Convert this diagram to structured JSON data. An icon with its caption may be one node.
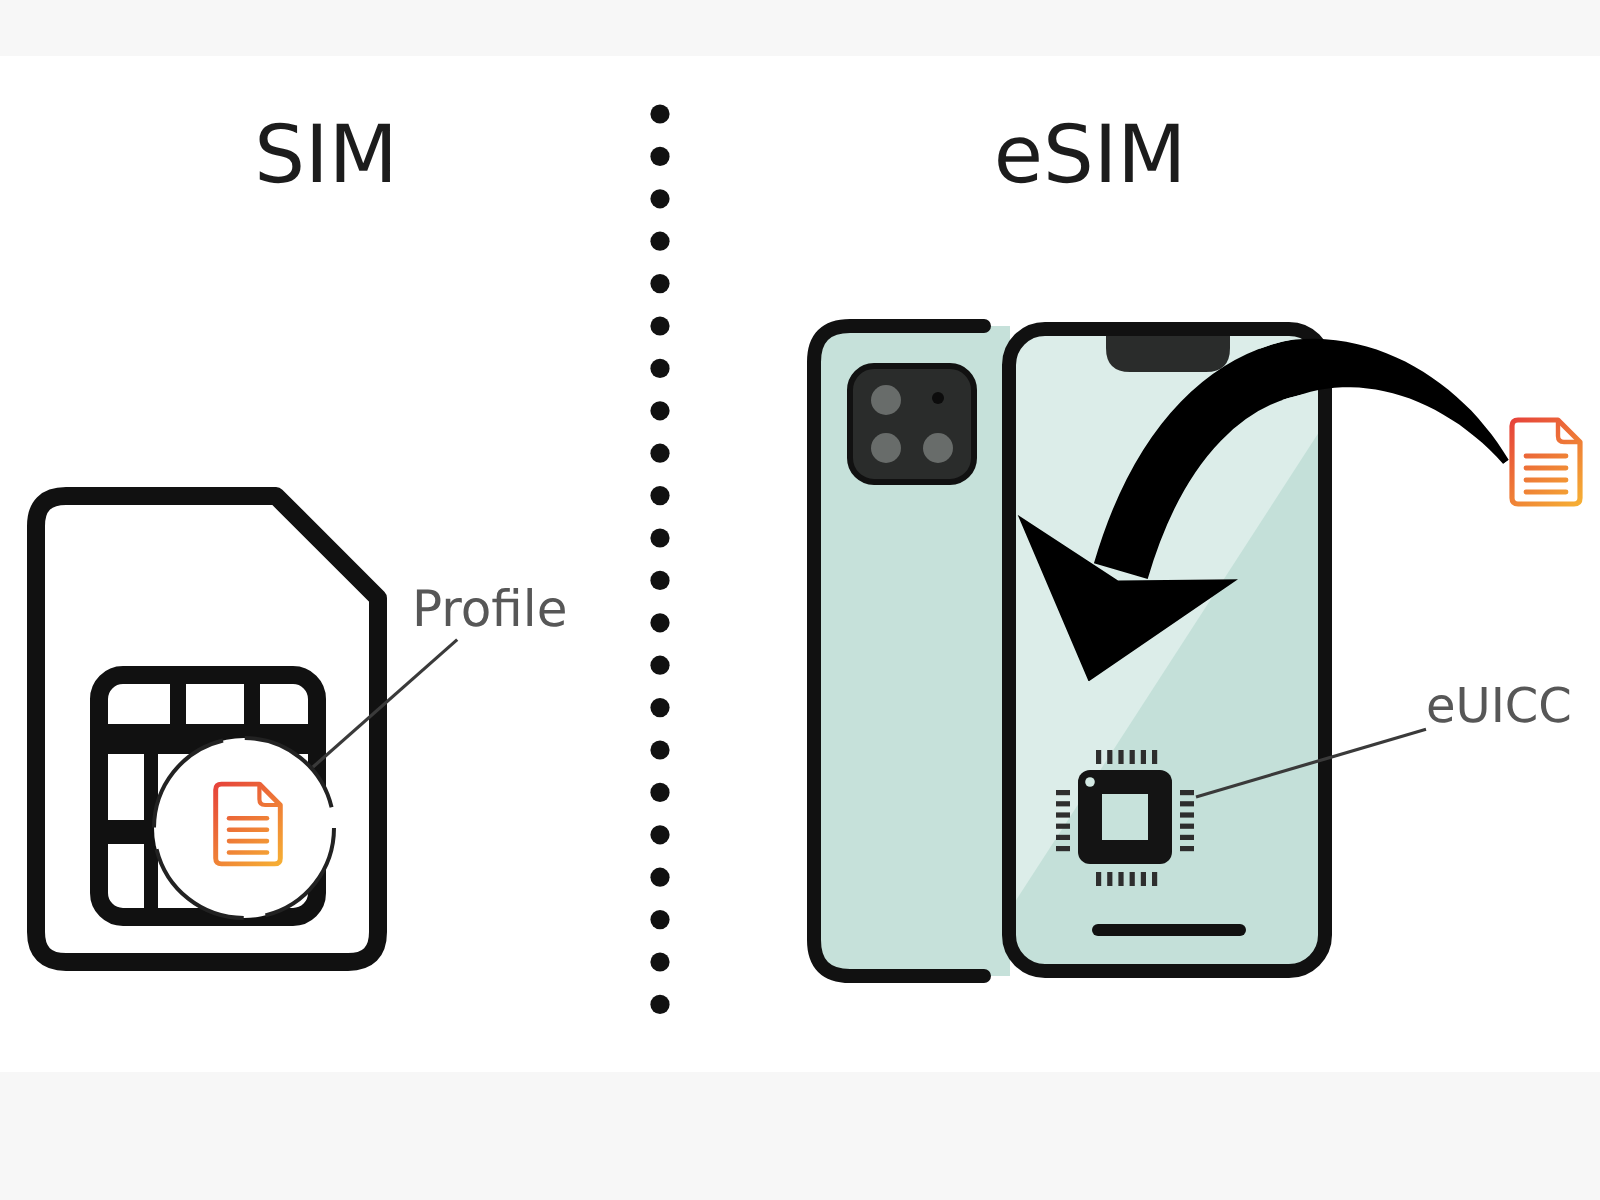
{
  "diagram": {
    "nodes": [
      {
        "text": [
          "Profile"
        ]
      },
      {
        "text": [],
        "shape": "circle"
      },
      {
        "text": [],
        "shape": "picture"
      },
      {
        "text": [],
        "shape": "picture"
      },
      {
        "text": [
          "eUICC"
        ]
      },
      {
        "text": [],
        "shape": "picture",
        "in": 2
      }
    ],
    "edges": [
      {
        "from": 0,
        "to": 1,
        "arrow": "none"
      },
      {
        "from": 3,
        "to": 2,
        "arrow": "to",
        "style": "thick",
        "color": "#000000"
      },
      {
        "from": 4,
        "to": 5,
        "arrow": "none"
      }
    ],
    "labels": [
      "SIM",
      "eSIM"
    ]
  }
}
